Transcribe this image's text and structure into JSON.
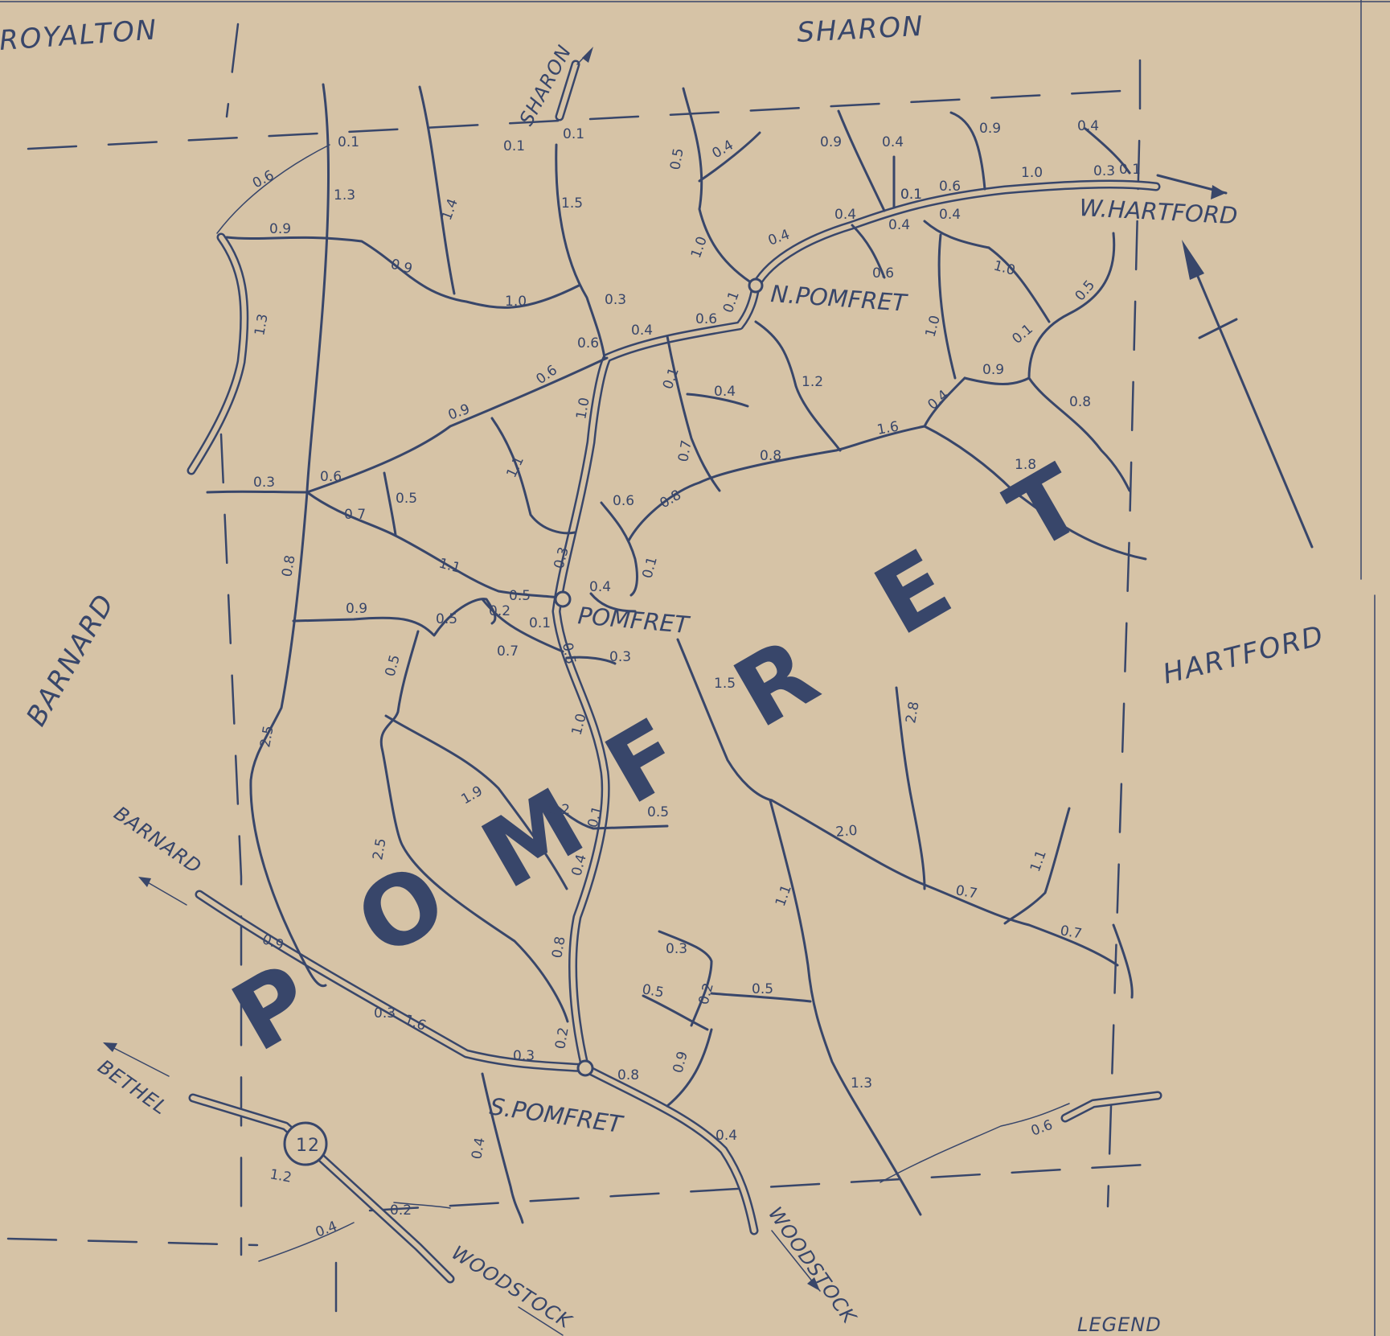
{
  "map": {
    "paper_color": "#d6c3a6",
    "ink_color": "#38466a",
    "title_letters": [
      "P",
      "O",
      "M",
      "F",
      "R",
      "E",
      "T"
    ],
    "neighbor_towns": {
      "royalton": "ROYALTON",
      "sharon": "SHARON",
      "barnard": "BARNARD",
      "hartford": "HARTFORD"
    },
    "villages": {
      "north": "N.POMFRET",
      "center": "POMFRET",
      "south": "S.POMFRET",
      "west_hartford": "W.HARTFORD"
    },
    "directions": {
      "sharon": "SHARON",
      "barnard": "BARNARD",
      "bethel": "BETHEL",
      "woodstock_west": "WOODSTOCK",
      "woodstock_east": "WOODSTOCK"
    },
    "route_number": "12",
    "legend": "LEGEND",
    "distances": [
      "0.1",
      "0.1",
      "0.1",
      "0.6",
      "1.3",
      "0.9",
      "0.9",
      "1.4",
      "1.5",
      "1.0",
      "0.5",
      "0.4",
      "0.9",
      "0.4",
      "0.9",
      "0.4",
      "1.0",
      "0.3",
      "0.1",
      "0.6",
      "0.4",
      "0.4",
      "0.1",
      "0.6",
      "0.4",
      "1.0",
      "0.4",
      "0.1",
      "0.6",
      "0.1",
      "1.0",
      "1.0",
      "0.5",
      "0.1",
      "0.3",
      "0.4",
      "0.6",
      "0.1",
      "0.4",
      "0.6",
      "1.2",
      "0.9",
      "0.4",
      "0.8",
      "1.8",
      "1.3",
      "1.0",
      "0.9",
      "1.6",
      "0.8",
      "1.1",
      "0.7",
      "0.6",
      "0.8",
      "0.3",
      "0.6",
      "0.5",
      "0.7",
      "1.1",
      "0.8",
      "0.9",
      "0.5",
      "0.2",
      "0.1",
      "0.5",
      "0.4",
      "0.3",
      "0.1",
      "0.5",
      "0.7",
      "0.3",
      "1.5",
      "0.5",
      "2.8",
      "2.5",
      "1.0",
      "1.9",
      "0.2",
      "0.1",
      "0.5",
      "2.5",
      "0.4",
      "2.0",
      "0.7",
      "1.1",
      "0.7",
      "1.1",
      "0.9",
      "0.3",
      "0.5",
      "0.5",
      "0.2",
      "1.6",
      "0.8",
      "0.3",
      "0.2",
      "0.8",
      "0.9",
      "1.3",
      "0.4",
      "0.4",
      "0.6",
      "1.2",
      "0.4",
      "0.2",
      "0.3"
    ]
  }
}
